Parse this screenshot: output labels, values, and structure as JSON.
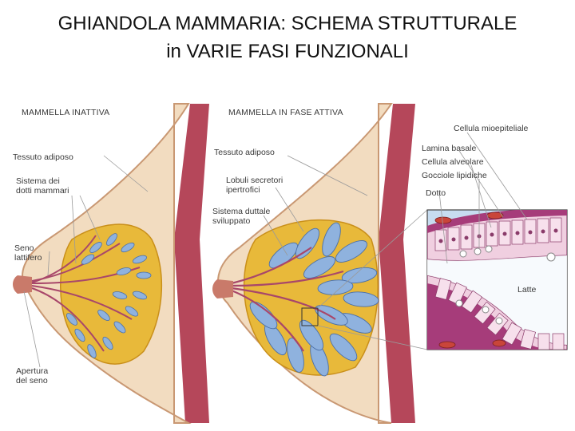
{
  "title": {
    "line1": "GHIANDOLA MAMMARIA: SCHEMA STRUTTURALE",
    "line2": "in VARIE FASI FUNZIONALI"
  },
  "panels": {
    "inactive": {
      "header": "MAMMELLA INATTIVA",
      "labels": {
        "adipose": "Tessuto adiposo",
        "ducts_1": "Sistema dei",
        "ducts_2": "dotti mammari",
        "sinus_1": "Seno",
        "sinus_2": "lattifero",
        "opening_1": "Apertura",
        "opening_2": "del seno"
      }
    },
    "active": {
      "header": "MAMMELLA IN FASE ATTIVA",
      "labels": {
        "adipose": "Tessuto adiposo",
        "lobules_1": "Lobuli secretori",
        "lobules_2": "ipertrofici",
        "ductal_1": "Sistema duttale",
        "ductal_2": "sviluppato"
      }
    },
    "detail": {
      "labels": {
        "myoepithelial": "Cellula mioepiteliale",
        "basal": "Lamina basale",
        "alveolar": "Cellula alveolare",
        "lipid": "Gocciole lipidiche",
        "duct": "Dotto",
        "milk": "Latte"
      }
    }
  },
  "colors": {
    "skin": "#f2dcc0",
    "skin_edge": "#d9b08a",
    "muscle": "#b5475a",
    "gland_fat": "#e8b93a",
    "lobule": "#8fb2de",
    "lobule_edge": "#4a6fa8",
    "duct": "#a8476a",
    "detail_bg": "#c7dcf0",
    "cell": "#f0cfe0",
    "cell_edge": "#8a3b6a"
  }
}
